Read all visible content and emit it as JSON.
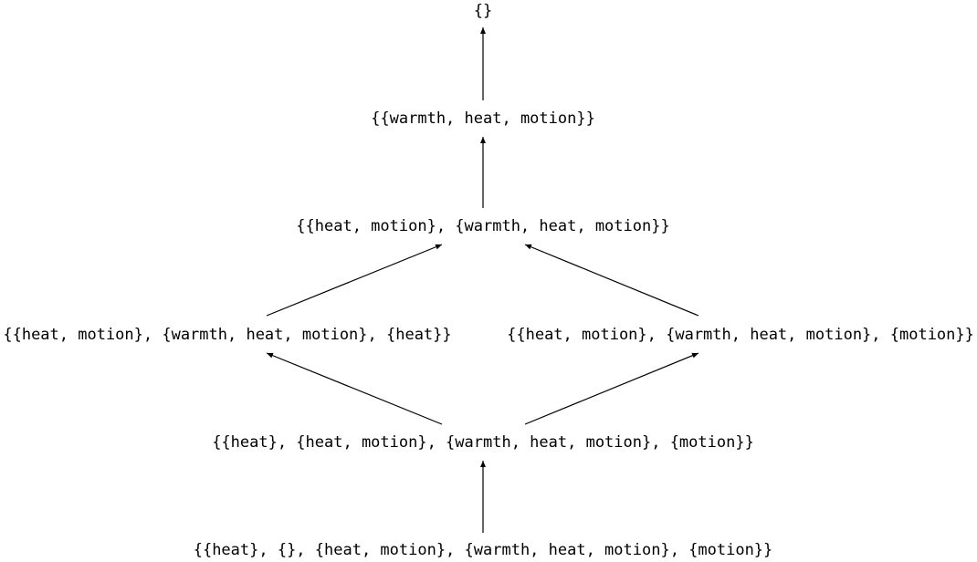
{
  "nodes": {
    "n0": "{}",
    "n1": "{{warmth, heat, motion}}",
    "n2": "{{heat, motion}, {warmth, heat, motion}}",
    "n3a": "{{heat, motion}, {warmth, heat, motion}, {heat}}",
    "n3b": "{{heat, motion}, {warmth, heat, motion}, {motion}}",
    "n4": "{{heat}, {heat, motion}, {warmth, heat, motion}, {motion}}",
    "n5": "{{heat}, {}, {heat, motion}, {warmth, heat, motion}, {motion}}"
  },
  "edges": [
    {
      "from": "n1",
      "to": "n0"
    },
    {
      "from": "n2",
      "to": "n1"
    },
    {
      "from": "n3a",
      "to": "n2"
    },
    {
      "from": "n3b",
      "to": "n2"
    },
    {
      "from": "n4",
      "to": "n3a"
    },
    {
      "from": "n4",
      "to": "n3b"
    },
    {
      "from": "n5",
      "to": "n4"
    }
  ],
  "colors": {
    "ink": "#000000",
    "background": "#ffffff"
  }
}
